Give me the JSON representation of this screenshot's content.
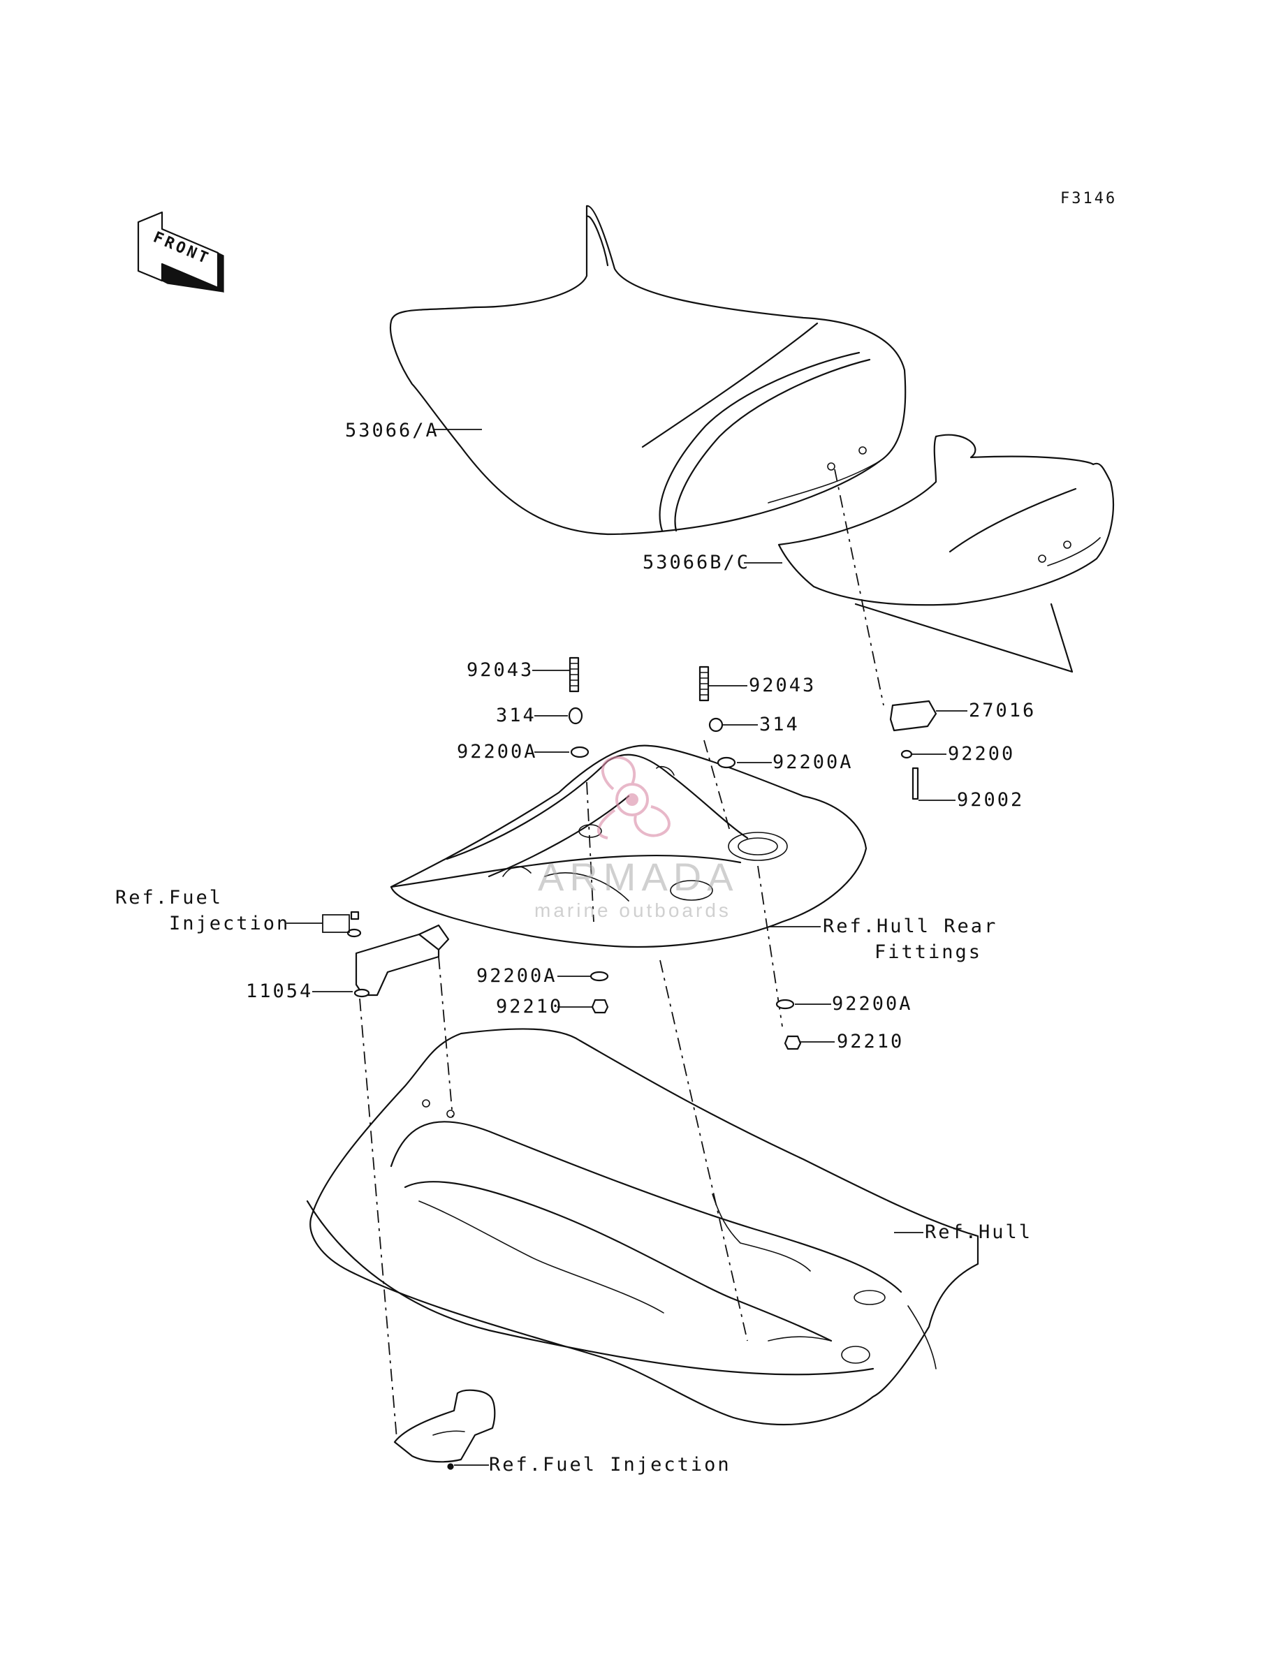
{
  "figure_code": "F3146",
  "front_arrow_text": "FRONT",
  "callouts": {
    "seat_front": "53066/A",
    "seat_rear": "53066B/C",
    "bolt_left": "92043",
    "collar_left": "314",
    "washer_left_top": "92200A",
    "bolt_right": "92043",
    "collar_right": "314",
    "washer_right_top": "92200A",
    "hook": "27016",
    "washer_hook": "92200",
    "bolt_hook": "92002",
    "ref_fuel_upper_line1": "Ref.Fuel",
    "ref_fuel_upper_line2": "Injection",
    "bracket": "11054",
    "washer_left_bottom": "92200A",
    "nut_left": "92210",
    "ref_hull_rear_line1": "Ref.Hull Rear",
    "ref_hull_rear_line2": "Fittings",
    "washer_right_bottom": "92200A",
    "nut_right": "92210",
    "ref_hull": "Ref.Hull",
    "ref_fuel_lower": "Ref.Fuel Injection"
  },
  "watermark": {
    "title": "ARMADA",
    "subtitle": "marine outboards",
    "color": "#d98aa6"
  }
}
